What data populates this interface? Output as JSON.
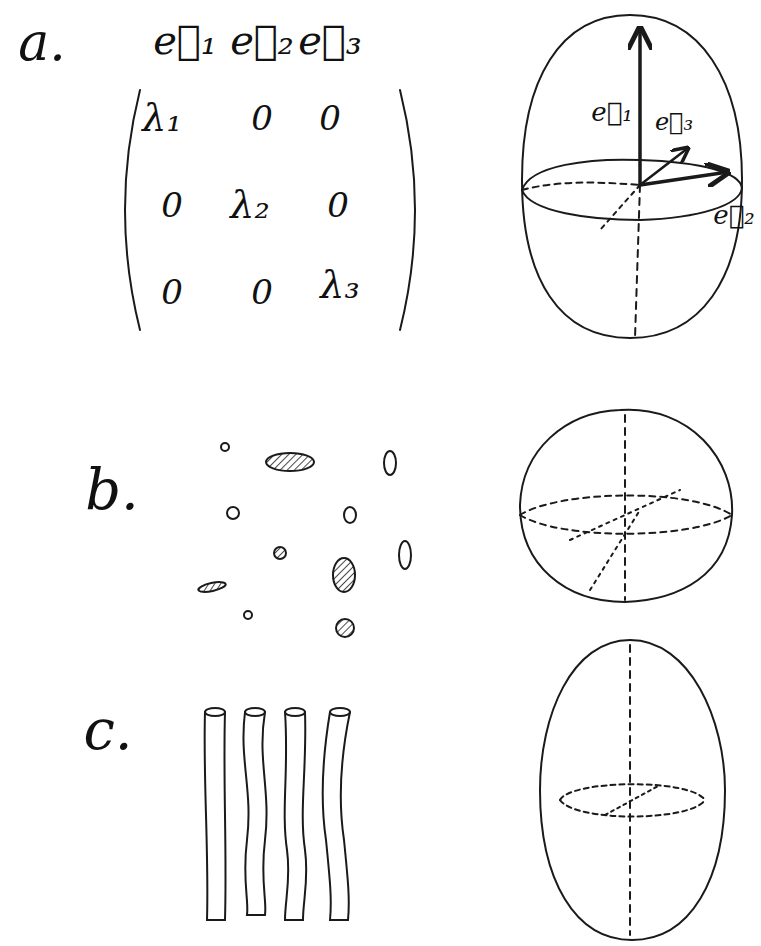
{
  "diagram": {
    "labels": [
      "a.",
      "e⃗₁",
      "e⃗₂",
      "e⃗₃",
      "λ₁",
      "0",
      "0",
      "0",
      "λ₂",
      "0",
      "0",
      "0",
      "λ₃",
      "e⃗₁",
      "e⃗₃",
      "e⃗₂",
      "b.",
      "c."
    ]
  }
}
